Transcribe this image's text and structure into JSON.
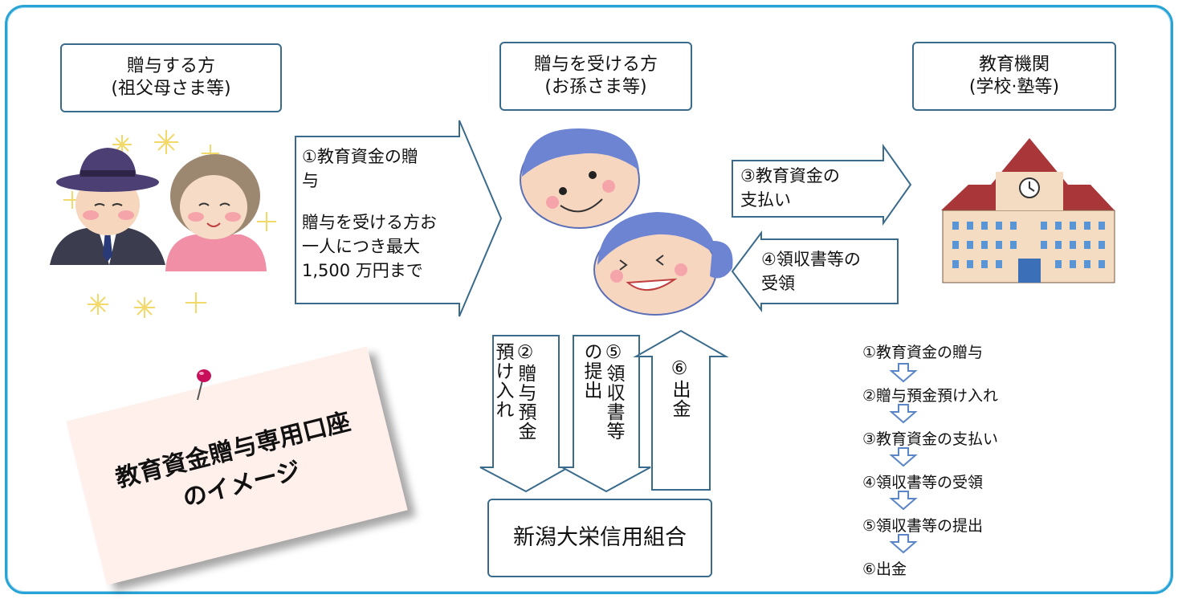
{
  "parties": {
    "giver": {
      "line1": "贈与する方",
      "line2": "(祖父母さま等)"
    },
    "receiver": {
      "line1": "贈与を受ける方",
      "line2": "(お孫さま等)"
    },
    "school": {
      "line1": "教育機関",
      "line2": "(学校·塾等)"
    }
  },
  "arrows": {
    "gift": {
      "line1": "①教育資金の贈",
      "line2": "与",
      "line3": "贈与を受ける方お",
      "line4": "一人につき最大",
      "line5": "1,500 万円まで"
    },
    "payment": {
      "line1": "③教育資金の",
      "line2": "支払い"
    },
    "receipt": {
      "line1": "④領収書等の",
      "line2": "受領"
    },
    "deposit": {
      "line1": "②贈与預金",
      "line2": "預け入れ"
    },
    "submit": {
      "line1": "⑤領収書等",
      "line2": "の提出"
    },
    "withdraw": {
      "line1": "⑥出金"
    }
  },
  "bank": {
    "name": "新潟大栄信用組合"
  },
  "note": {
    "line1": "教育資金贈与専用口座",
    "line2": "のイメージ"
  },
  "steps": [
    "①教育資金の贈与",
    "②贈与預金預け入れ",
    "③教育資金の支払い",
    "④領収書等の受領",
    "⑤領収書等の提出",
    "⑥出金"
  ],
  "colors": {
    "frame": "#27a3d6",
    "arrow_stroke": "#3a6b8c",
    "step_arrow": "#5a86c8",
    "note": "#fff0ec",
    "pin": "#c8105a"
  },
  "icons": [
    "grandparents-illustration",
    "grandchildren-illustration",
    "school-building-illustration",
    "pushpin-icon"
  ]
}
